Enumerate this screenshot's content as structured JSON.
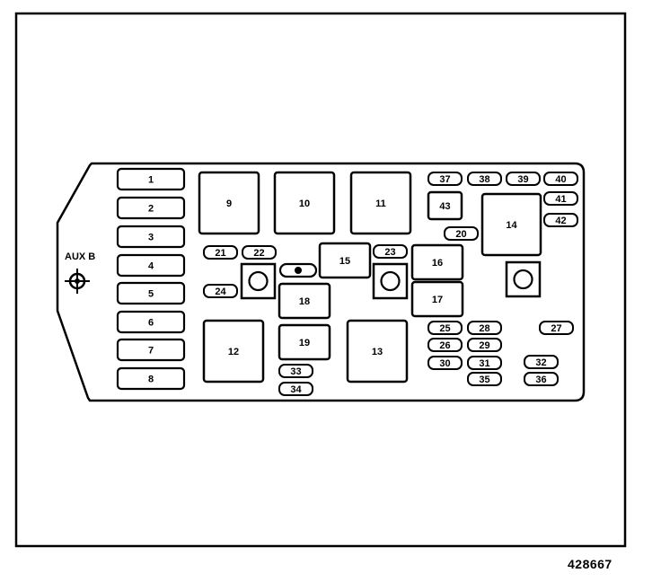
{
  "figure_number": "428667",
  "connector_label": "AUX B",
  "slot_labels": {
    "f1": "1",
    "f2": "2",
    "f3": "3",
    "f4": "4",
    "f5": "5",
    "f6": "6",
    "f7": "7",
    "f8": "8",
    "r9": "9",
    "r10": "10",
    "r11": "11",
    "r12": "12",
    "r13": "13",
    "r14": "14",
    "r15": "15",
    "r16": "16",
    "r17": "17",
    "r18": "18",
    "r19": "19",
    "s20": "20",
    "s21": "21",
    "s22": "22",
    "s23": "23",
    "s24": "24",
    "s25": "25",
    "s26": "26",
    "s27": "27",
    "s28": "28",
    "s29": "29",
    "s30": "30",
    "s31": "31",
    "s32": "32",
    "s33": "33",
    "s34": "34",
    "s35": "35",
    "s36": "36",
    "s37": "37",
    "s38": "38",
    "s39": "39",
    "s40": "40",
    "s41": "41",
    "s42": "42",
    "r43": "43"
  }
}
